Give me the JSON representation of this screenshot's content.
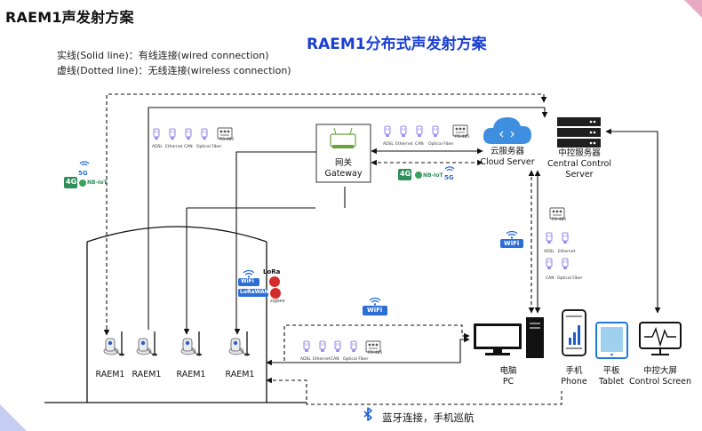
{
  "page_title": "RAEM1声发射方案",
  "diagram_title": "RAEM1分布式声发射方案",
  "legend": {
    "solid": "实线(Solid line)：有线连接(wired connection)",
    "dotted": "虚线(Dotted line)：无线连接(wireless connection)"
  },
  "gateway": {
    "cn": "网关",
    "en": "Gateway"
  },
  "cloud_server": {
    "cn": "云服务器",
    "en": "Cloud Server"
  },
  "central_server": {
    "cn": "中控服务器",
    "en": "Central Control Server"
  },
  "pc": {
    "cn": "电脑",
    "en": "PC"
  },
  "phone": {
    "cn": "手机",
    "en": "Phone"
  },
  "tablet": {
    "cn": "平板",
    "en": "Tablet"
  },
  "control_screen": {
    "cn": "中控大屏",
    "en": "Control Screen"
  },
  "sensors": [
    "RAEM1",
    "RAEM1",
    "RAEM1",
    "RAEM1"
  ],
  "interfaces": [
    "ADSL",
    "Ethernet",
    "CAN",
    "Optical Fiber",
    "RS-485"
  ],
  "wireless": {
    "cell": "5G",
    "g4": "4G",
    "nbiot": "NB-IoT",
    "g5": "5G",
    "wifi": "WiFi",
    "lora": "LoRa",
    "lorawan": "LoRaWAN",
    "zigbee": "zigbee"
  },
  "bluetooth_caption": "蓝牙连接，手机巡航",
  "colors": {
    "title_blue": "#1a3fd0",
    "cloud_blue": "#3e8fe0",
    "icon_purple": "#9b8be8",
    "device_dark": "#222222"
  }
}
